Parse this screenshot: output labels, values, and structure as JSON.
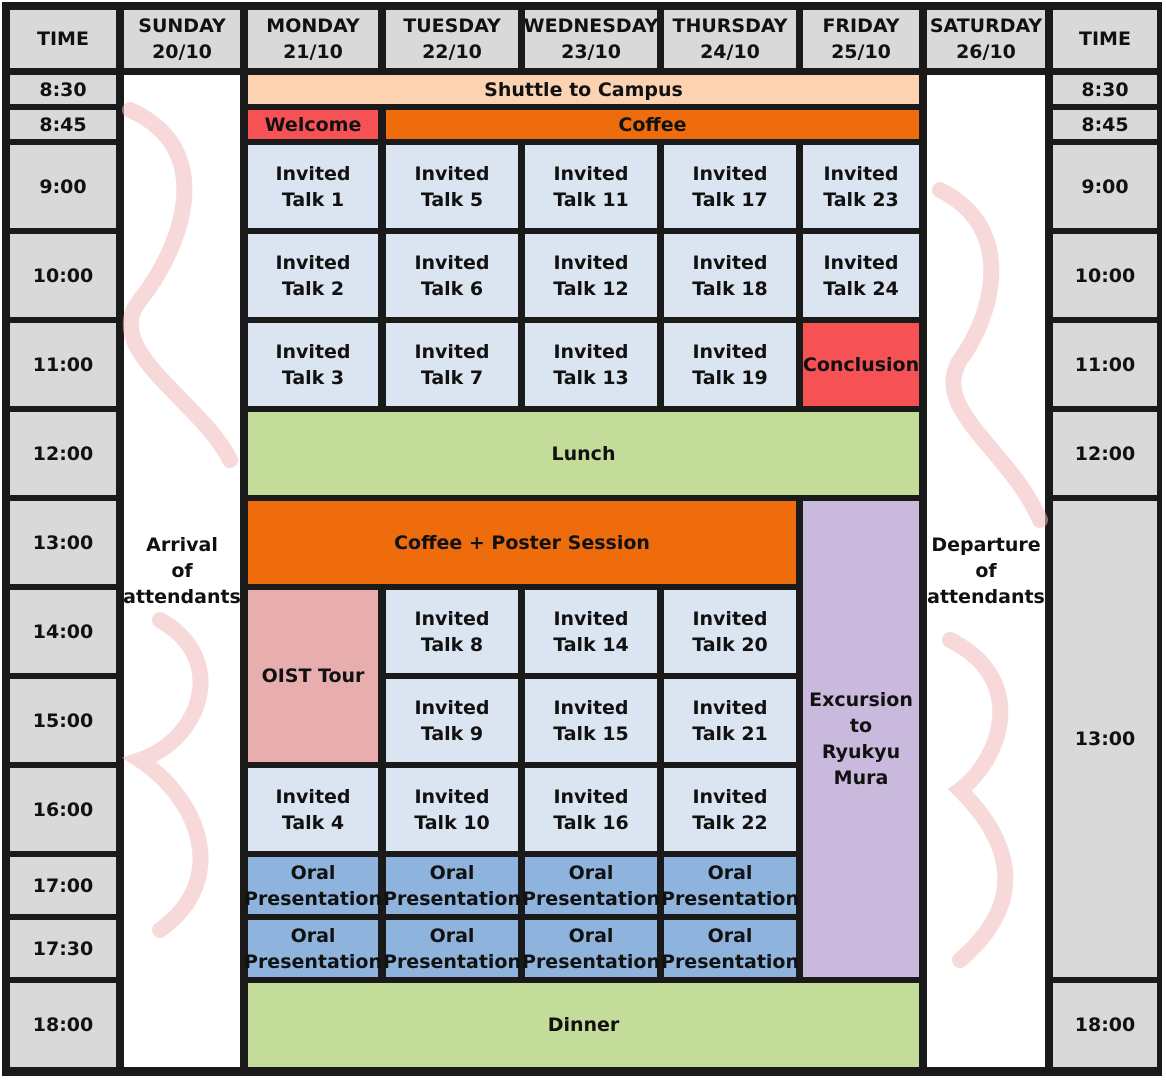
{
  "colors": {
    "header": "#d9d9d9",
    "talk": "#dbe5f1",
    "oral": "#8eb3dc",
    "coffee": "#ef6c0c",
    "shuttle": "#fbd2b2",
    "welcome": "#f65255",
    "meal": "#c4dc9a",
    "tour": "#e8aeae",
    "excursion": "#c9b9dc"
  },
  "headers": {
    "time_left": "TIME",
    "sunday": "SUNDAY\n20/10",
    "monday": "MONDAY\n21/10",
    "tuesday": "TUESDAY\n22/10",
    "wednesday": "WEDNESDAY\n23/10",
    "thursday": "THURSDAY\n24/10",
    "friday": "FRIDAY\n25/10",
    "saturday": "SATURDAY\n26/10",
    "time_right": "TIME"
  },
  "times": [
    "8:30",
    "8:45",
    "9:00",
    "10:00",
    "11:00",
    "12:00",
    "13:00",
    "14:00",
    "15:00",
    "16:00",
    "17:00",
    "17:30",
    "18:00"
  ],
  "right_times": [
    "8:30",
    "8:45",
    "9:00",
    "10:00",
    "11:00",
    "12:00",
    "13:00",
    "18:00"
  ],
  "events": {
    "arrival": "Arrival\nof\nattendants",
    "departure": "Departure\nof\nattendants",
    "shuttle": "Shuttle to Campus",
    "welcome": "Welcome",
    "coffee": "Coffee",
    "lunch": "Lunch",
    "coffee_poster": "Coffee + Poster Session",
    "oist_tour": "OIST Tour",
    "excursion": "Excursion\nto\nRyukyu\nMura",
    "conclusion": "Conclusion",
    "dinner": "Dinner",
    "oral": "Oral\nPresentation"
  },
  "talks": {
    "monday": [
      "Invited\nTalk 1",
      "Invited\nTalk 2",
      "Invited\nTalk 3",
      "Invited\nTalk 4"
    ],
    "tuesday": [
      "Invited\nTalk 5",
      "Invited\nTalk 6",
      "Invited\nTalk 7",
      "Invited\nTalk 8",
      "Invited\nTalk 9",
      "Invited\nTalk 10"
    ],
    "wednesday": [
      "Invited\nTalk 11",
      "Invited\nTalk 12",
      "Invited\nTalk 13",
      "Invited\nTalk 14",
      "Invited\nTalk 15",
      "Invited\nTalk 16"
    ],
    "thursday": [
      "Invited\nTalk 17",
      "Invited\nTalk 18",
      "Invited\nTalk 19",
      "Invited\nTalk 20",
      "Invited\nTalk 21",
      "Invited\nTalk 22"
    ],
    "friday": [
      "Invited\nTalk 23",
      "Invited\nTalk 24"
    ]
  }
}
